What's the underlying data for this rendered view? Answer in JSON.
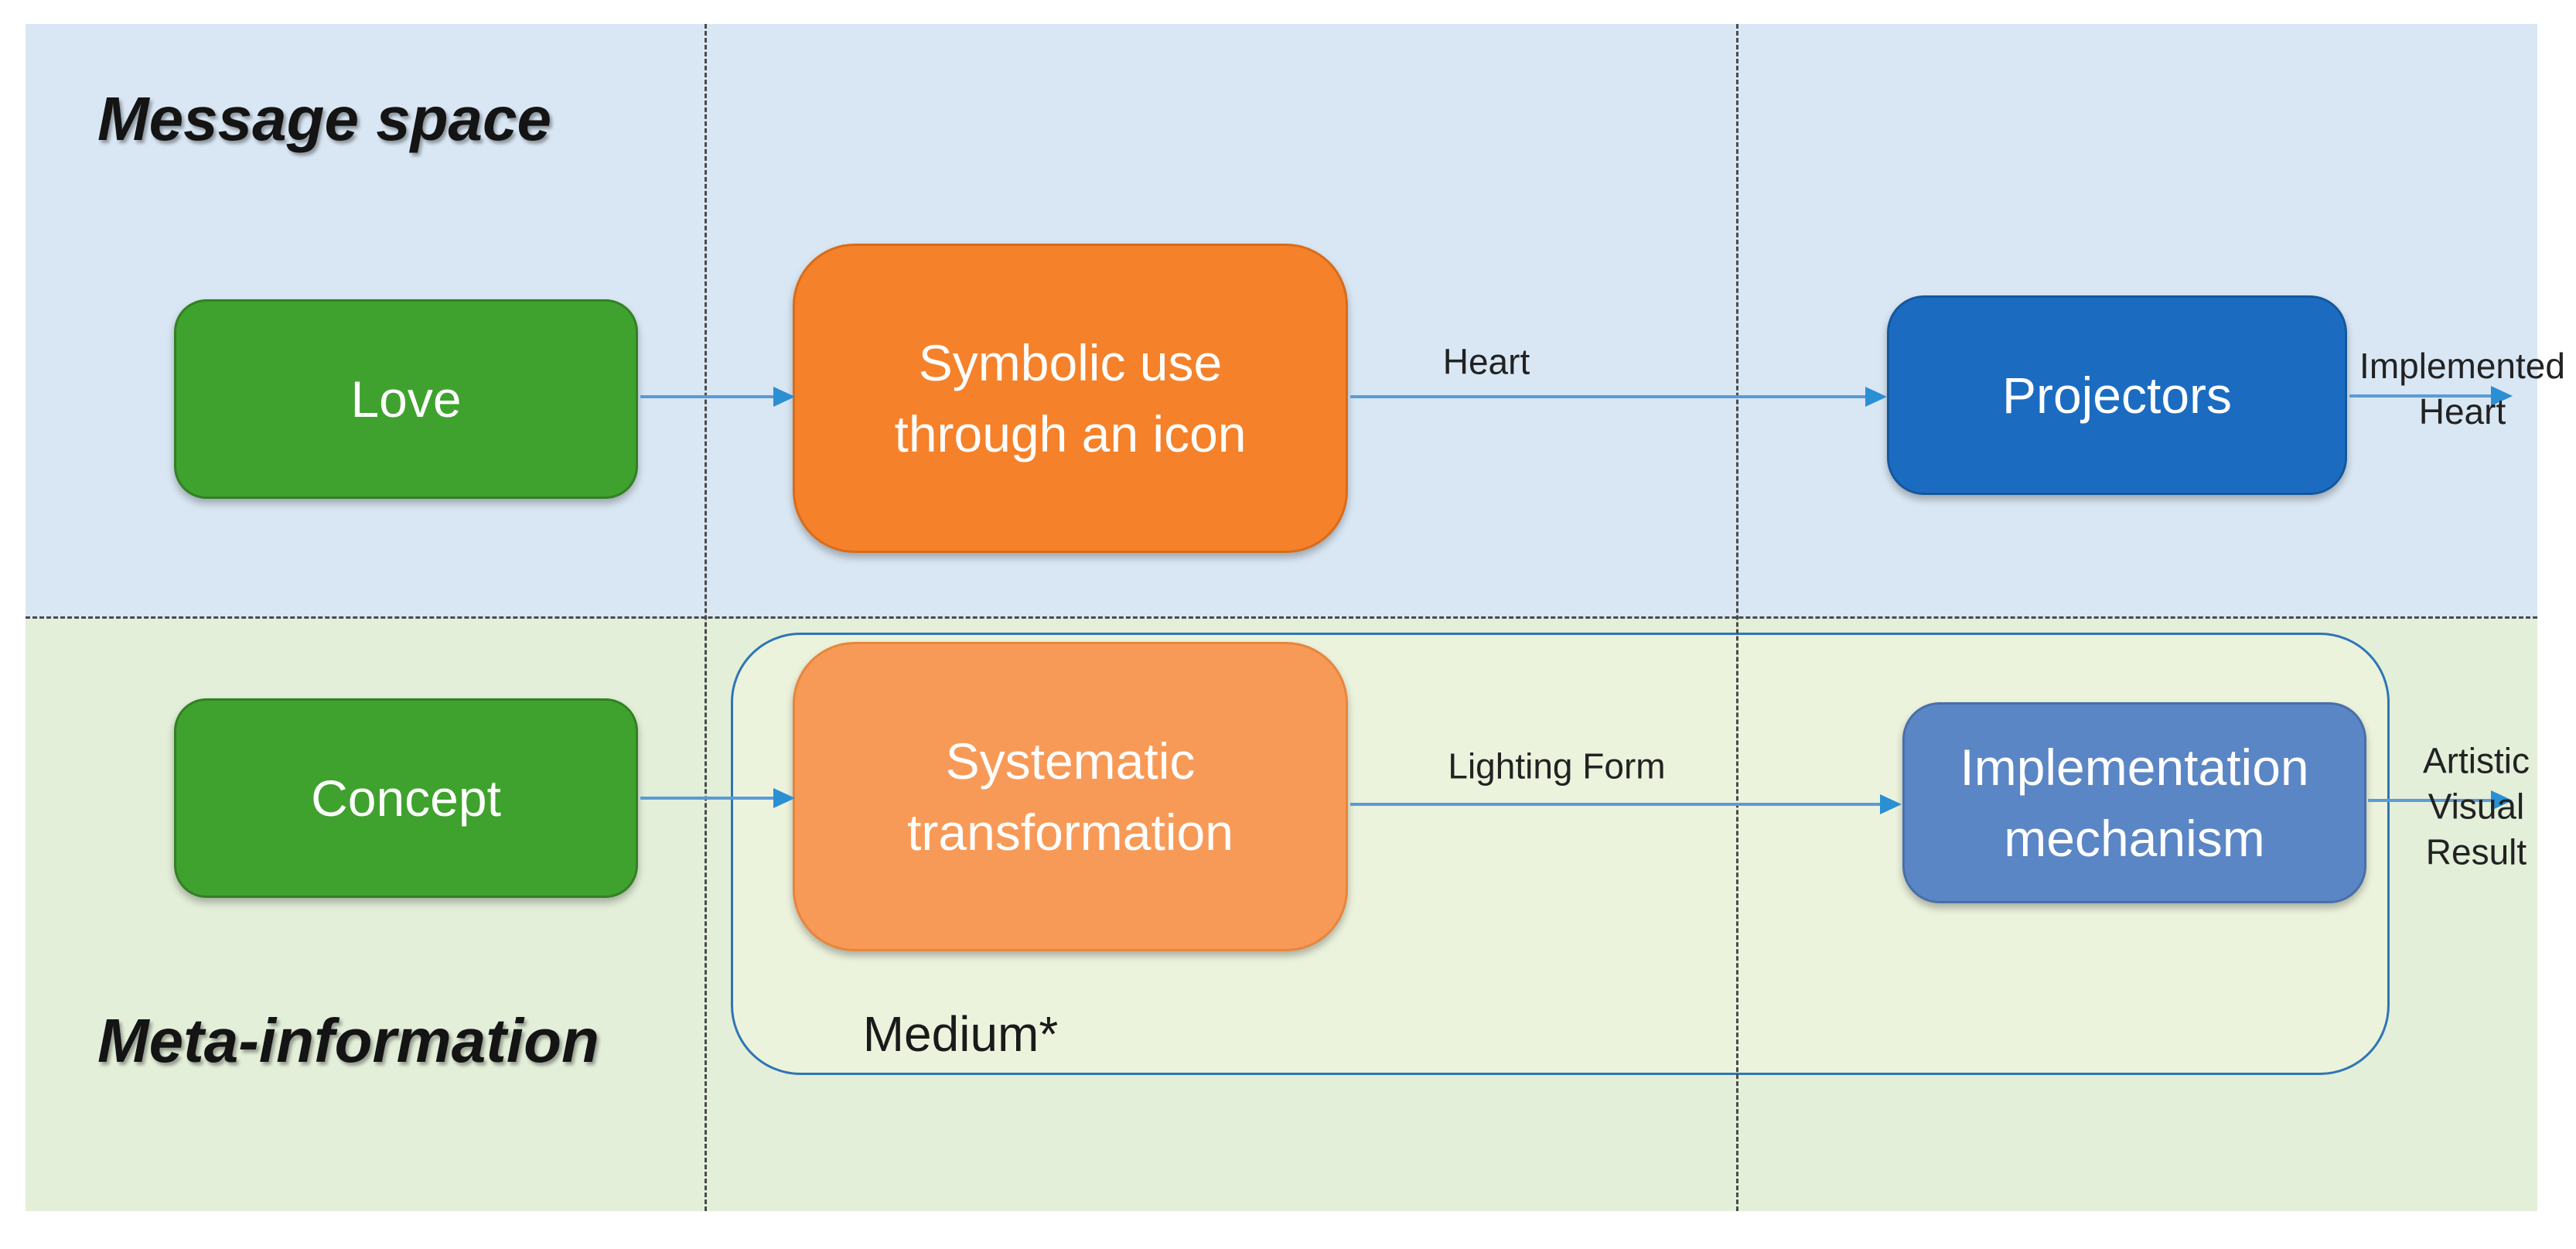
{
  "diagram": {
    "sections": {
      "message_space": {
        "label": "Message space"
      },
      "meta_information": {
        "label": "Meta-information"
      }
    },
    "nodes": {
      "love": {
        "label": "Love"
      },
      "symbolic_use": {
        "label": "Symbolic use\nthrough an icon"
      },
      "projectors": {
        "label": "Projectors"
      },
      "concept": {
        "label": "Concept"
      },
      "systematic_transformation": {
        "label": "Systematic\ntransformation"
      },
      "implementation_mechanism": {
        "label": "Implementation\nmechanism"
      }
    },
    "container": {
      "label": "Medium*"
    },
    "edge_labels": {
      "heart": "Heart",
      "implemented_heart": "Implemented\nHeart",
      "lighting_form": "Lighting Form",
      "artistic_visual_result": "Artistic\nVisual\nResult"
    },
    "colors": {
      "background_top": "#d9e7f4",
      "background_bottom": "#e3efd9",
      "container_fill": "#ecf3dd",
      "container_border": "#2e75b6",
      "green_node": "#3fa22e",
      "green_node_border": "#338024",
      "orange_node": "#f5812a",
      "orange_node_border": "#d96c1a",
      "orange_light_node": "#f89a57",
      "orange_light_node_border": "#e8853c",
      "blue_node": "#1b6cc1",
      "blue_node_border": "#13589e",
      "blue_light_node": "#5b86c5",
      "blue_light_node_border": "#486fa8",
      "arrow_line": "#5b9bd5",
      "arrow_head": "#2b8fd3",
      "dashed_divider": "#4a4a4a",
      "title_text": "#141414",
      "node_text": "#ffffff",
      "edge_label_text": "#222222"
    }
  }
}
